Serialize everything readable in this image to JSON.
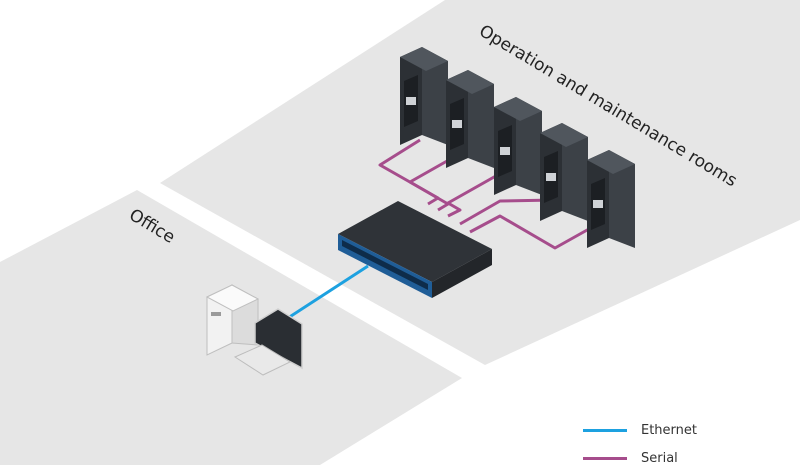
{
  "zones": {
    "ops_room": "Operation and maintenance rooms",
    "office": "Office"
  },
  "legend": {
    "ethernet": {
      "label": "Ethernet",
      "color": "#1da1e0"
    },
    "serial": {
      "label": "Serial",
      "color": "#a64d8c"
    }
  },
  "icons": {
    "server": "server-rack-icon",
    "switch": "console-server-icon",
    "workstation": "desktop-computer-icon"
  },
  "counts": {
    "servers": 5
  }
}
